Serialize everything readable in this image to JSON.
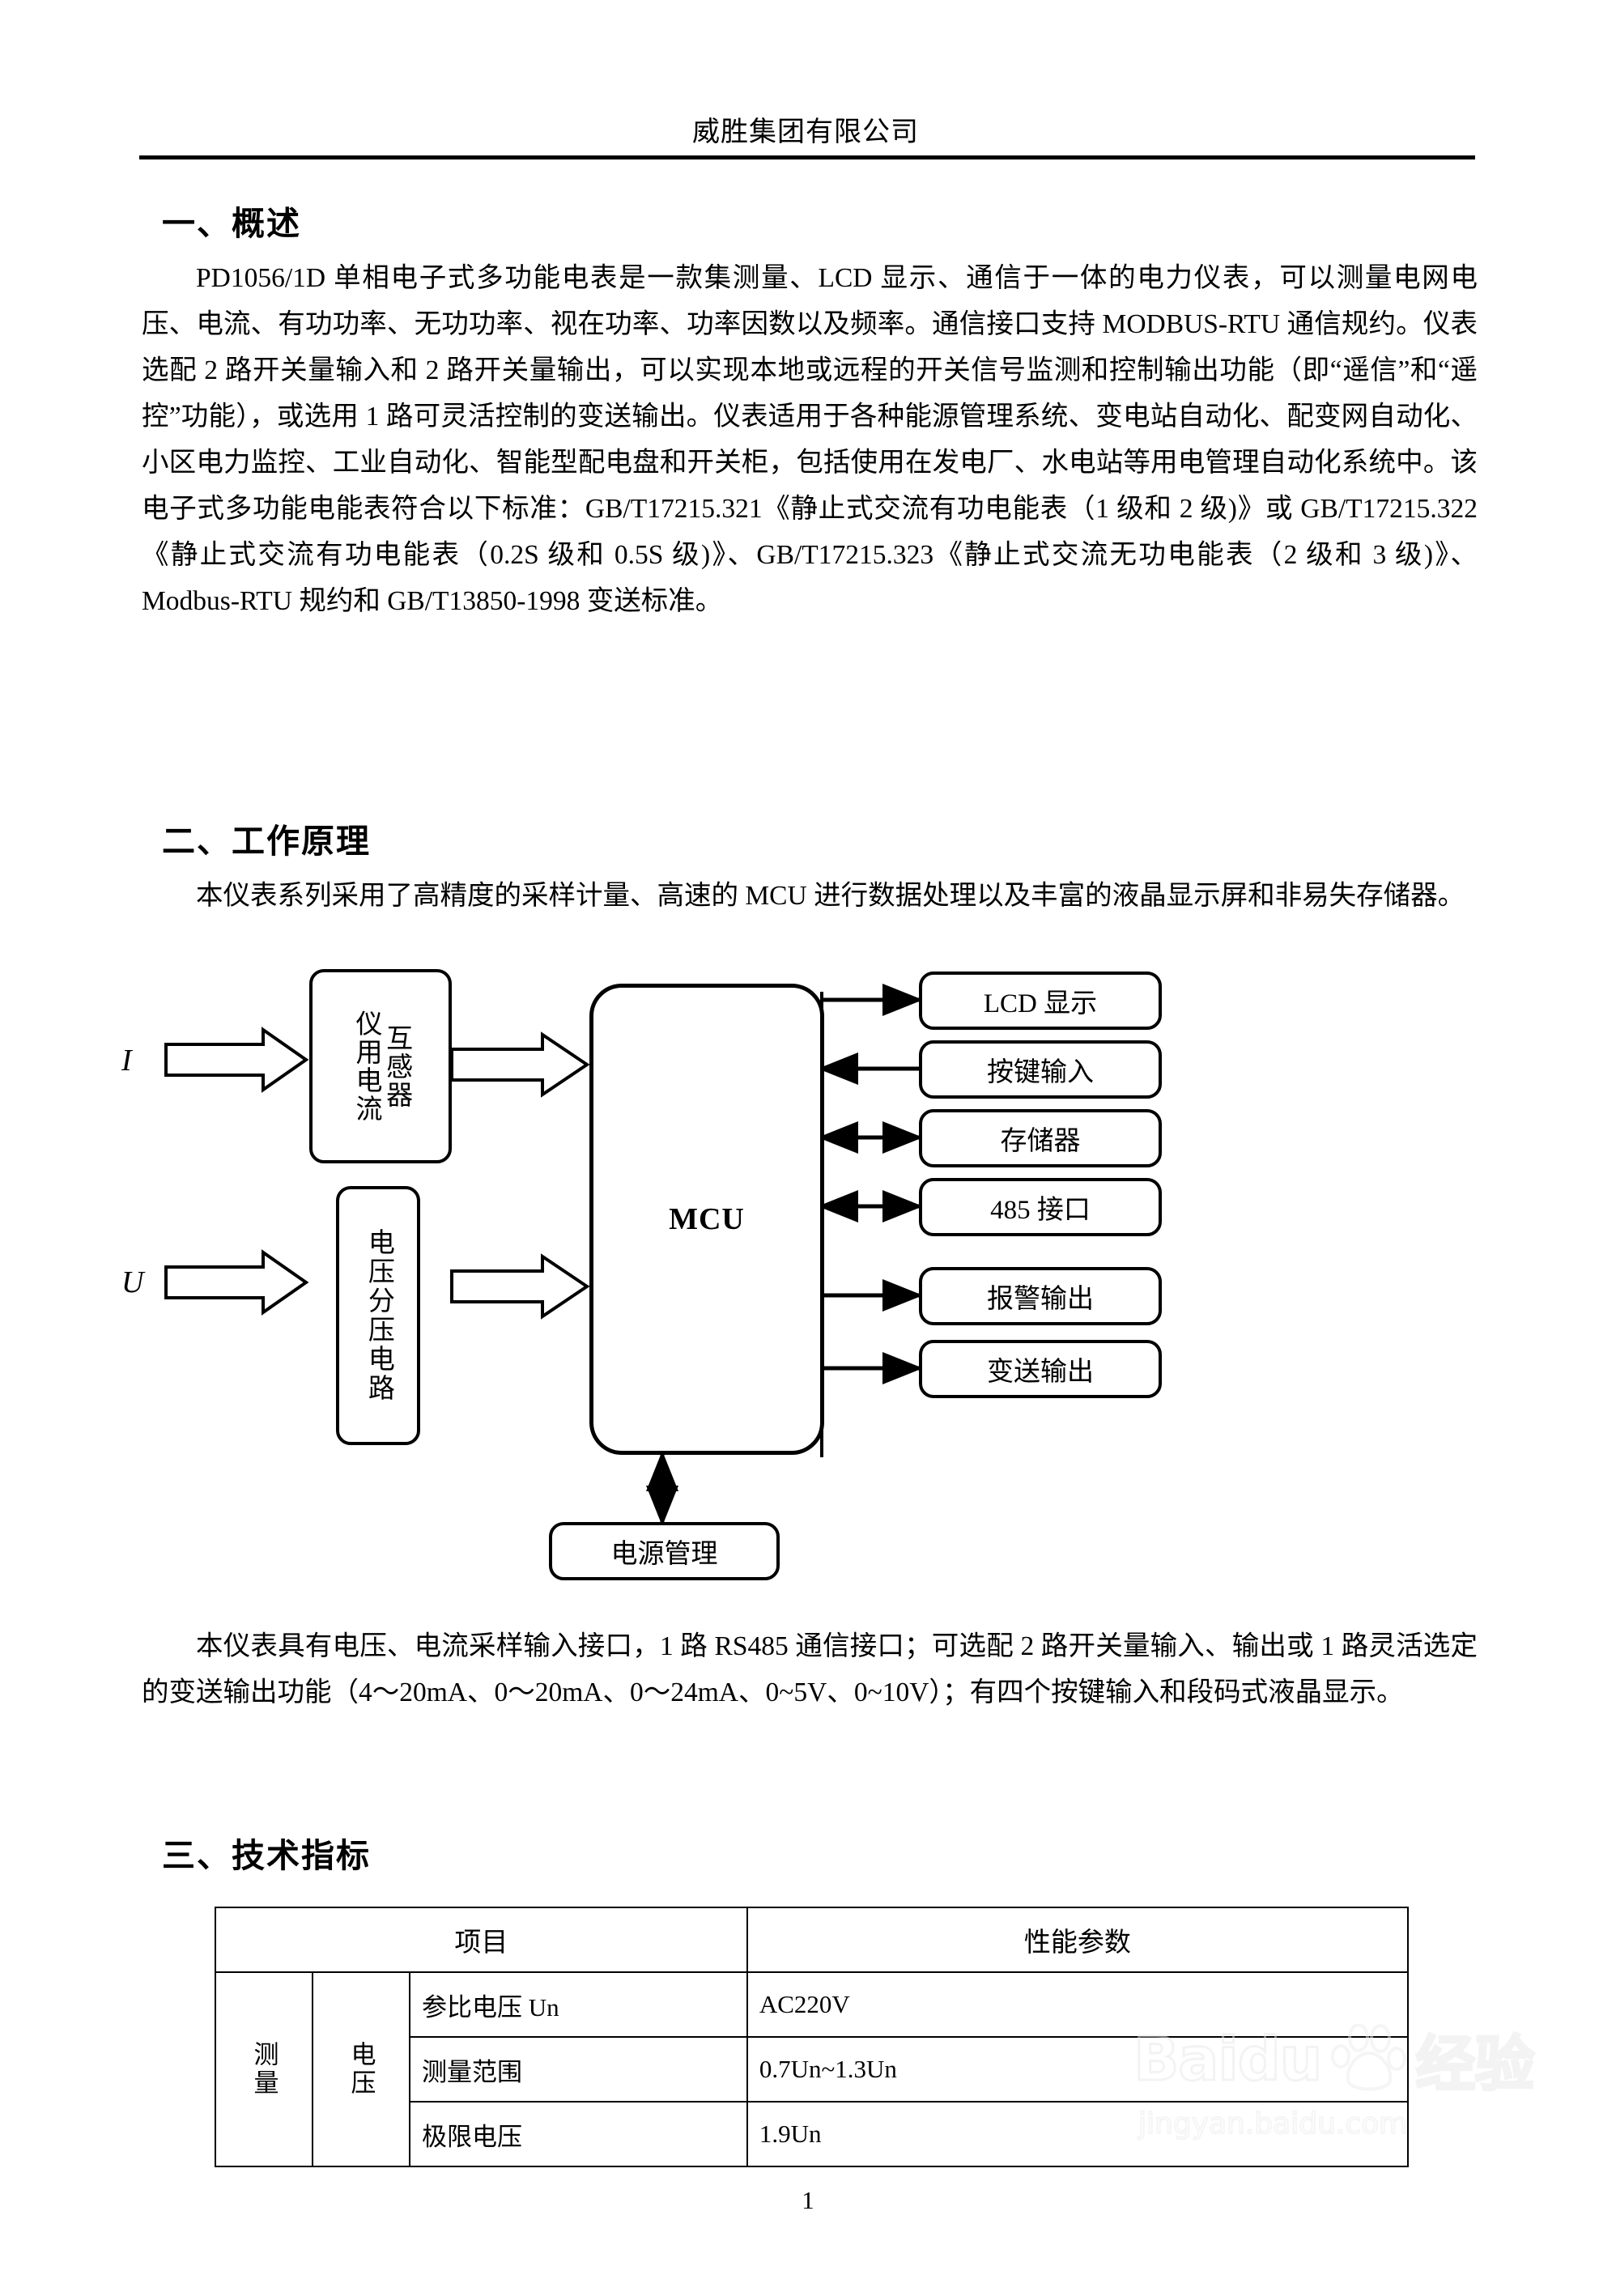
{
  "header": {
    "company": "威胜集团有限公司"
  },
  "sections": {
    "s1_heading": "一、概述",
    "s1_body": "PD1056/1D 单相电子式多功能电表是一款集测量、LCD 显示、通信于一体的电力仪表，可以测量电网电压、电流、有功功率、无功功率、视在功率、功率因数以及频率。通信接口支持 MODBUS-RTU 通信规约。仪表选配 2 路开关量输入和 2 路开关量输出，可以实现本地或远程的开关信号监测和控制输出功能（即“遥信”和“遥控”功能），或选用 1 路可灵活控制的变送输出。仪表适用于各种能源管理系统、变电站自动化、配变网自动化、小区电力监控、工业自动化、智能型配电盘和开关柜，包括使用在发电厂、水电站等用电管理自动化系统中。该电子式多功能电能表符合以下标准：GB/T17215.321《静止式交流有功电能表（1 级和 2 级)》或 GB/T17215.322《静止式交流有功电能表（0.2S 级和 0.5S 级)》、GB/T17215.323《静止式交流无功电能表（2 级和 3 级)》、Modbus-RTU 规约和 GB/T13850-1998 变送标准。",
    "s2_heading": "二、工作原理",
    "s2_body": "本仪表系列采用了高精度的采样计量、高速的 MCU 进行数据处理以及丰富的液晶显示屏和非易失存储器。",
    "s2_body2": "本仪表具有电压、电流采样输入接口，1 路 RS485 通信接口；可选配 2 路开关量输入、输出或 1 路灵活选定的变送输出功能（4～20mA、0～20mA、0～24mA、0~5V、0~10V）；有四个按键输入和段码式液晶显示。",
    "s3_heading": "三、技术指标"
  },
  "diagram": {
    "input_current_label": "I",
    "input_voltage_label": "U",
    "block_ct_left": "仪用电流",
    "block_ct_right": "互感器",
    "block_divider": "电压分压电路",
    "block_mcu": "MCU",
    "out_lcd": "LCD 显示",
    "out_key": "按键输入",
    "out_mem": "存储器",
    "out_485": "485 接口",
    "out_alarm": "报警输出",
    "out_trans": "变送输出",
    "out_power": "电源管理"
  },
  "table": {
    "headers": {
      "item": "项目",
      "param": "性能参数"
    },
    "group": "测量",
    "subgroup": "电压",
    "rows": [
      {
        "name": "参比电压 Un",
        "value": "AC220V"
      },
      {
        "name": "测量范围",
        "value": "0.7Un~1.3Un"
      },
      {
        "name": "极限电压",
        "value": "1.9Un"
      }
    ]
  },
  "footer": {
    "page_number": "1"
  },
  "watermark": {
    "brand": "Baidu",
    "brand_cn": "经验",
    "url": "jingyan.baidu.com"
  }
}
